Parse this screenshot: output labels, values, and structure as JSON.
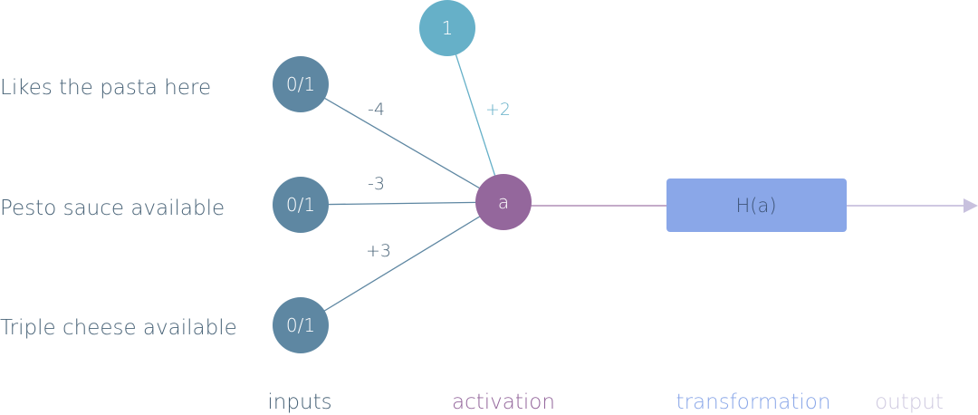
{
  "inputs": [
    {
      "label": "Likes the pasta here",
      "node_text": "0/1",
      "weight": "-4"
    },
    {
      "label": "Pesto sauce available",
      "node_text": "0/1",
      "weight": "-3"
    },
    {
      "label": "Triple cheese available",
      "node_text": "0/1",
      "weight": "+3"
    }
  ],
  "bias": {
    "node_text": "1",
    "weight": "+2"
  },
  "activation": {
    "node_text": "a"
  },
  "transformation": {
    "box_text": "H(a)"
  },
  "footer": {
    "inputs": "inputs",
    "activation": "activation",
    "transformation": "transformation",
    "output": "output"
  },
  "colors": {
    "input_node": "#5e87a2",
    "bias_node": "#66b0c8",
    "activation_node": "#94679c",
    "transformation_box": "#8aa7e8",
    "output_arrow": "#c8c1de",
    "text_dark": "#4a6478",
    "text_bias": "#66b0c8",
    "text_activation": "#94679c",
    "text_transformation": "#8aa7e8",
    "text_output": "#cfcae0"
  }
}
